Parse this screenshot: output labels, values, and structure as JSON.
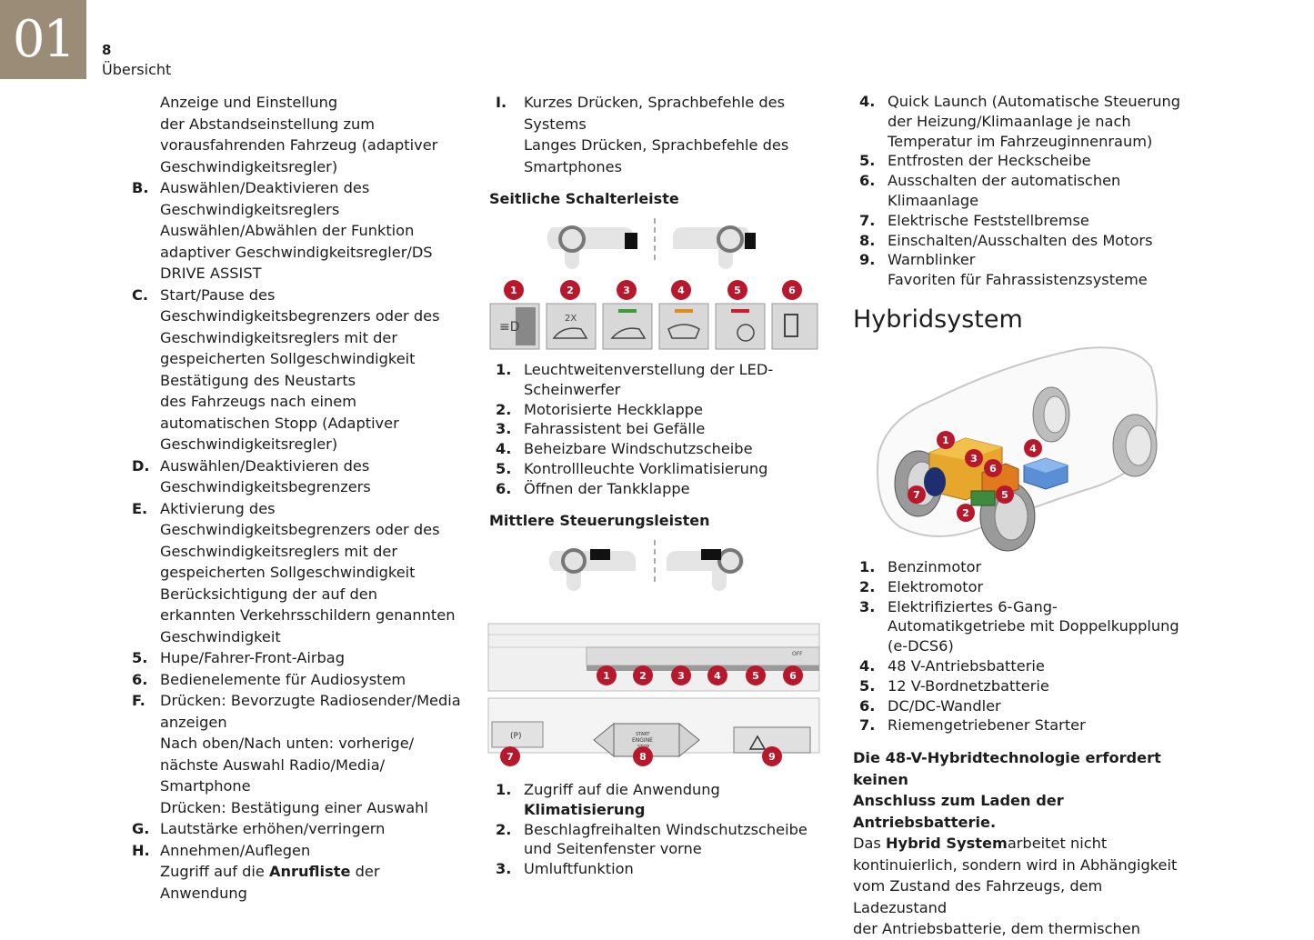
{
  "header": {
    "chapter": "01",
    "page": "8",
    "section": "Übersicht"
  },
  "col1": [
    {
      "m": "",
      "lines": [
        "Anzeige und Einstellung",
        "der Abstandseinstellung zum",
        "vorausfahrenden Fahrzeug (adaptiver",
        "Geschwindigkeitsregler)"
      ]
    },
    {
      "m": "B.",
      "lines": [
        "Auswählen/Deaktivieren des",
        "Geschwindigkeitsreglers",
        "Auswählen/Abwählen der Funktion",
        "adaptiver Geschwindigkeitsregler/DS",
        "DRIVE ASSIST"
      ]
    },
    {
      "m": "C.",
      "lines": [
        "Start/Pause des",
        "Geschwindigkeitsbegrenzers oder des",
        "Geschwindigkeitsreglers mit der",
        "gespeicherten Sollgeschwindigkeit",
        "Bestätigung des Neustarts",
        "des Fahrzeugs nach einem",
        "automatischen Stopp (Adaptiver",
        "Geschwindigkeitsregler)"
      ]
    },
    {
      "m": "D.",
      "lines": [
        "Auswählen/Deaktivieren des",
        "Geschwindigkeitsbegrenzers"
      ]
    },
    {
      "m": "E.",
      "lines": [
        "Aktivierung des",
        "Geschwindigkeitsbegrenzers oder des",
        "Geschwindigkeitsreglers mit der",
        "gespeicherten Sollgeschwindigkeit",
        "Berücksichtigung der auf den",
        "erkannten Verkehrsschildern genannten",
        "Geschwindigkeit"
      ]
    },
    {
      "m": "5.",
      "lines": [
        "Hupe/Fahrer-Front-Airbag"
      ]
    },
    {
      "m": "6.",
      "lines": [
        "Bedienelemente für Audiosystem"
      ]
    },
    {
      "m": "F.",
      "lines": [
        "Drücken: Bevorzugte Radiosender/Media",
        "anzeigen",
        "Nach oben/Nach unten: vorherige/",
        "nächste Auswahl Radio/Media/",
        "Smartphone",
        "Drücken: Bestätigung einer Auswahl"
      ]
    },
    {
      "m": "G.",
      "lines": [
        "Lautstärke erhöhen/verringern"
      ]
    },
    {
      "m": "H.",
      "lines": [
        "Annehmen/Auflegen"
      ]
    }
  ],
  "col1_last": {
    "before": "Zugriff auf die ",
    "bold": "Anrufliste",
    "after": " der Anwendung"
  },
  "col2_I": {
    "m": "I.",
    "lines": [
      "Kurzes Drücken, Sprachbefehle des",
      "Systems",
      "Langes Drücken, Sprachbefehle des",
      "Smartphones"
    ]
  },
  "side_bar": {
    "heading": "Seitliche Schalterleiste",
    "buttons": [
      "1",
      "2",
      "3",
      "4",
      "5",
      "6"
    ],
    "btn2_text": "2X",
    "items": [
      {
        "m": "1.",
        "lines": [
          "Leuchtweitenverstellung der LED-",
          "Scheinwerfer"
        ]
      },
      {
        "m": "2.",
        "lines": [
          "Motorisierte Heckklappe"
        ]
      },
      {
        "m": "3.",
        "lines": [
          "Fahrassistent bei Gefälle"
        ]
      },
      {
        "m": "4.",
        "lines": [
          "Beheizbare Windschutzscheibe"
        ]
      },
      {
        "m": "5.",
        "lines": [
          "Kontrollleuchte Vorklimatisierung"
        ]
      },
      {
        "m": "6.",
        "lines": [
          "Öffnen der Tankklappe"
        ]
      }
    ]
  },
  "mid_bar": {
    "heading": "Mittlere Steuerungsleisten",
    "buttons": [
      "1",
      "2",
      "3",
      "4",
      "5",
      "6",
      "7",
      "8",
      "9"
    ],
    "tiny_labels": [
      "OFF",
      "START",
      "ENGINE",
      "STOP"
    ],
    "item1": {
      "m": "1.",
      "line1": "Zugriff auf die Anwendung",
      "bold": "Klimatisierung"
    },
    "items": [
      {
        "m": "2.",
        "lines": [
          "Beschlagfreihalten Windschutzscheibe",
          "und Seitenfenster vorne"
        ]
      },
      {
        "m": "3.",
        "lines": [
          "Umluftfunktion"
        ]
      }
    ]
  },
  "col3_top": [
    {
      "m": "4.",
      "lines": [
        "Quick Launch (Automatische Steuerung",
        "der Heizung/Klimaanlage je nach",
        "Temperatur im Fahrzeuginnenraum)"
      ]
    },
    {
      "m": "5.",
      "lines": [
        "Entfrosten der Heckscheibe"
      ]
    },
    {
      "m": "6.",
      "lines": [
        "Ausschalten der automatischen",
        "Klimaanlage"
      ]
    },
    {
      "m": "7.",
      "lines": [
        "Elektrische Feststellbremse"
      ]
    },
    {
      "m": "8.",
      "lines": [
        "Einschalten/Ausschalten des Motors"
      ]
    },
    {
      "m": "9.",
      "lines": [
        "Warnblinker",
        "Favoriten für Fahrassistenzsysteme"
      ]
    }
  ],
  "hybrid": {
    "title": "Hybridsystem",
    "callouts": [
      "1",
      "2",
      "3",
      "4",
      "5",
      "6",
      "7"
    ],
    "items": [
      {
        "m": "1.",
        "lines": [
          "Benzinmotor"
        ]
      },
      {
        "m": "2.",
        "lines": [
          "Elektromotor"
        ]
      },
      {
        "m": "3.",
        "lines": [
          "Elektrifiziertes 6-Gang-",
          "Automatikgetriebe mit Doppelkupplung",
          "(e-DCS6)"
        ]
      },
      {
        "m": "4.",
        "lines": [
          "48 V-Antriebsbatterie"
        ]
      },
      {
        "m": "5.",
        "lines": [
          "12 V-Bordnetzbatterie"
        ]
      },
      {
        "m": "6.",
        "lines": [
          "DC/DC-Wandler"
        ]
      },
      {
        "m": "7.",
        "lines": [
          "Riemengetriebener Starter"
        ]
      }
    ],
    "note_bold": [
      "Die 48-V-Hybridtechnologie erfordert keinen",
      "Anschluss zum Laden der Antriebsbatterie."
    ],
    "para_a": "Das ",
    "para_bold": "Hybrid System",
    "para_b": "arbeitet nicht",
    "para_lines": [
      "kontinuierlich, sondern wird in Abhängigkeit",
      "vom Zustand des Fahrzeugs, dem Ladezustand",
      "der Antriebsbatterie, dem thermischen"
    ]
  }
}
